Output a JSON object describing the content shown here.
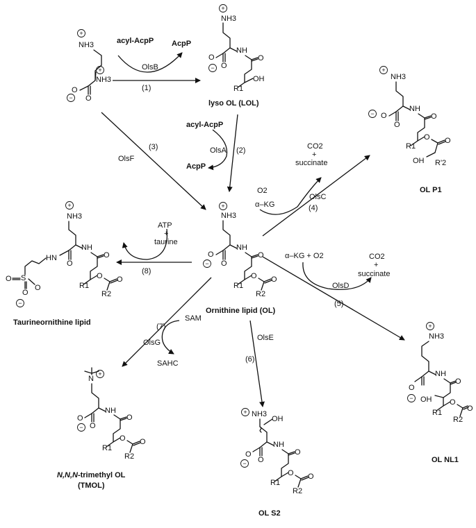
{
  "compounds": {
    "ornithine": "",
    "lol": "lyso OL (LOL)",
    "ol": "Ornithine lipid (OL)",
    "olp1": "OL P1",
    "taurine_ol": "Taurineornithine lipid",
    "tmol_line1_italic": "N,N,N",
    "tmol_line1_rest": "-trimethyl OL",
    "tmol_line2": "(TMOL)",
    "ols2": "OL S2",
    "olnl1": "OL NL1"
  },
  "reactions": {
    "r1": {
      "enzyme": "OlsB",
      "number": "(1)",
      "substrate": "acyl-AcpP",
      "product": "AcpP"
    },
    "r2": {
      "enzyme": "OlsA",
      "number": "(2)",
      "substrate": "acyl-AcpP",
      "product": "AcpP"
    },
    "r3": {
      "enzyme": "OlsF",
      "number": "(3)"
    },
    "r4": {
      "enzyme": "OlsC",
      "number": "(4)",
      "co_in_1": "O2",
      "co_in_2": "α–KG",
      "co_out_1": "CO2",
      "co_out_plus": "+",
      "co_out_2": "succinate"
    },
    "r5": {
      "enzyme": "OlsD",
      "number": "(5)",
      "co_in": "α–KG + O2",
      "co_out_1": "CO2",
      "co_out_plus": "+",
      "co_out_2": "succinate"
    },
    "r6": {
      "enzyme": "OlsE",
      "number": "(6)"
    },
    "r7": {
      "enzyme": "OlsG",
      "number": "(7)",
      "co_in": "SAM",
      "co_out": "SAHC"
    },
    "r8": {
      "enzyme": "",
      "number": "(8)",
      "co_in_1": "ATP",
      "co_in_plus": "+",
      "co_in_2": "taurine"
    }
  },
  "atoms": {
    "nh3": "NH3",
    "nh": "NH",
    "o": "O",
    "oh": "OH",
    "hn": "HN",
    "s": "S",
    "n": "N",
    "r1": "R1",
    "r2": "R2",
    "r2p": "R'2",
    "plus": "+",
    "minus": "−"
  }
}
